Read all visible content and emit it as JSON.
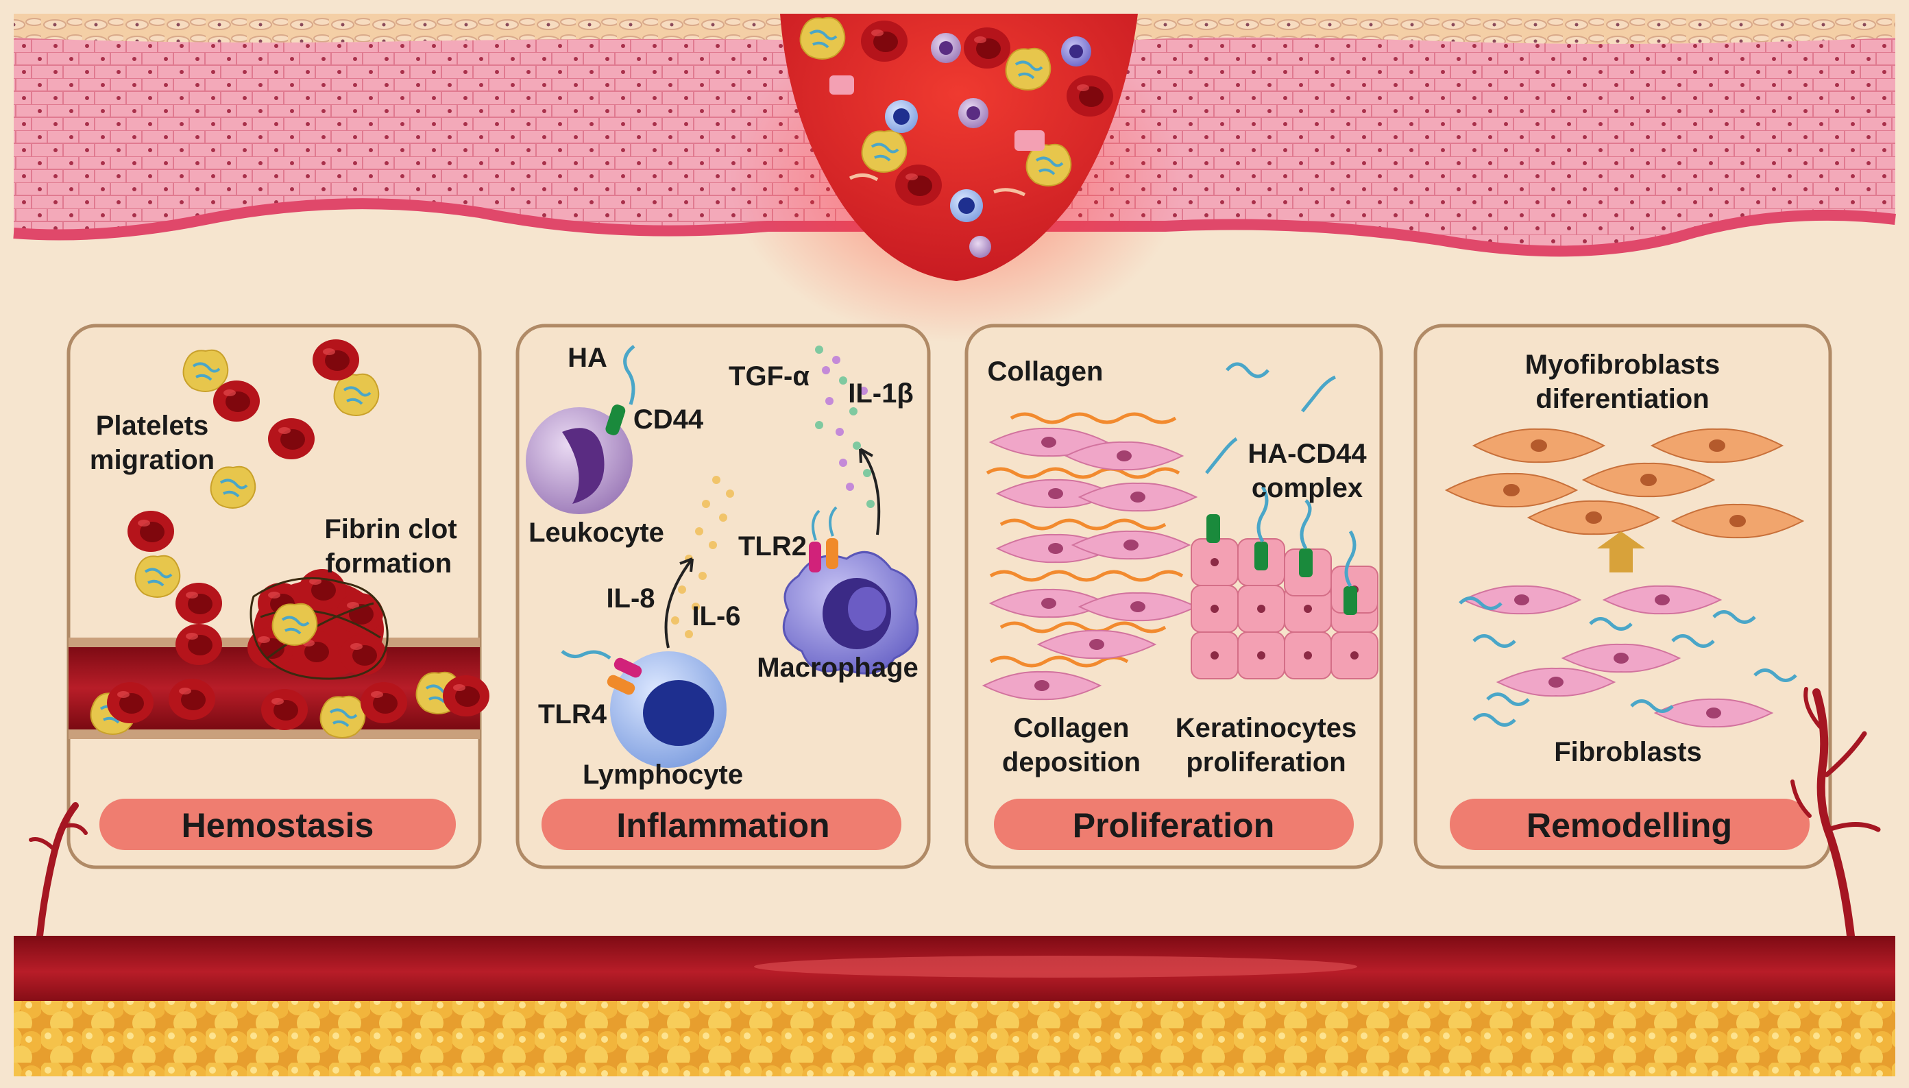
{
  "colors": {
    "background": "#f6e5cf",
    "skin": "#f2a5b6",
    "skin_dark": "#e36f87",
    "wound": "#d8292b",
    "blood_vessel": "#a51622",
    "fat": "#f0b83c",
    "panel_border": "#b08a66",
    "stage_pill": "#ef7d70",
    "rbc": "#c0161c",
    "platelet": "#e8c64a"
  },
  "panels": [
    {
      "id": "hemostasis",
      "stage_label": "Hemostasis",
      "labels": [
        "Platelets",
        "migration",
        "Fibrin clot",
        "formation"
      ]
    },
    {
      "id": "inflammation",
      "stage_label": "Inflammation",
      "labels": [
        "HA",
        "CD44",
        "Leukocyte",
        "TGF-α",
        "IL-1β",
        "TLR2",
        "IL-8",
        "IL-6",
        "TLR4",
        "Lymphocyte",
        "Macrophage"
      ]
    },
    {
      "id": "proliferation",
      "stage_label": "Proliferation",
      "labels": [
        "Collagen",
        "HA-CD44",
        "complex",
        "Collagen",
        "deposition",
        "Keratinocytes",
        "proliferation"
      ]
    },
    {
      "id": "remodelling",
      "stage_label": "Remodelling",
      "labels": [
        "Myofibroblasts",
        "diferentiation",
        "Fibroblasts"
      ]
    }
  ]
}
